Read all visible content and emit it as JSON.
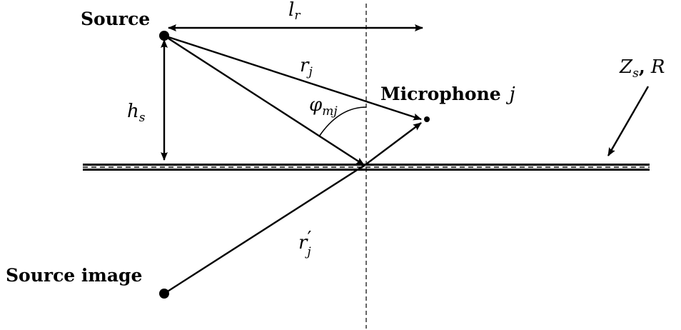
{
  "labels": {
    "source": "Source",
    "source_image": "Source image",
    "microphone_word": "Microphone",
    "microphone_index": "j",
    "lr_main": "l",
    "lr_sub": "r",
    "rj_main": "r",
    "rj_sub": "j",
    "rjp_main": "r",
    "rjp_prime": "′",
    "rjp_sub": "j",
    "phi_main": "φ",
    "phi_sub": "mj",
    "hs_main": "h",
    "hs_sub": "s",
    "zs_main": "Z",
    "zs_sub": "s",
    "zs_sep": ",",
    "zs_R": "R"
  },
  "colors": {
    "ink": "#000000",
    "background": "#ffffff"
  }
}
